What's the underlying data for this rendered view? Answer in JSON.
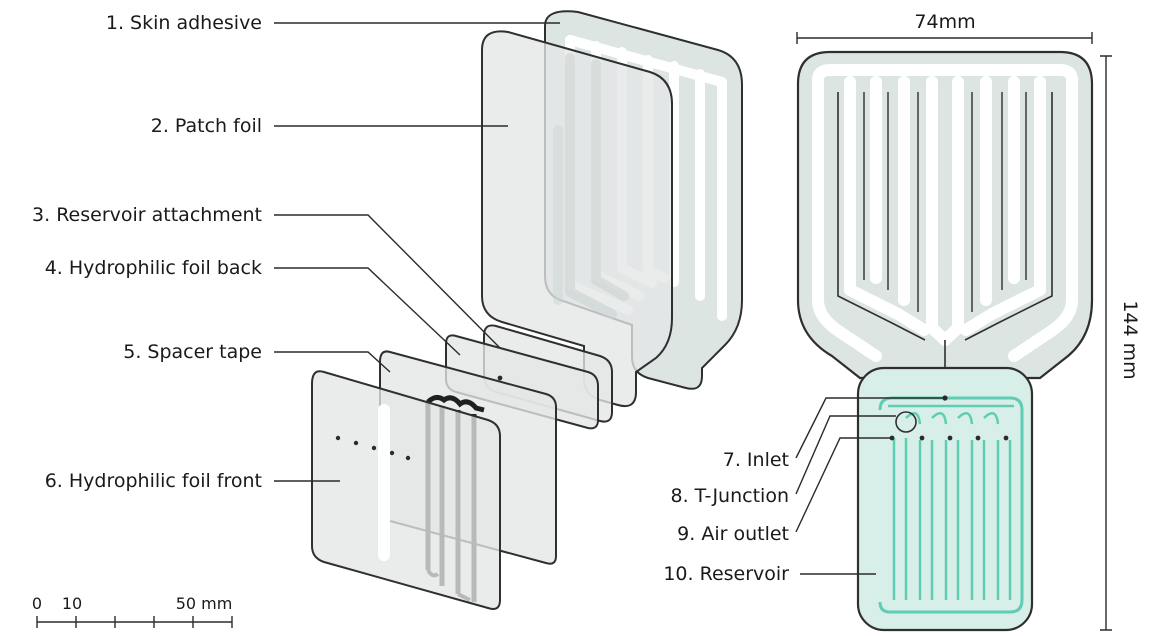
{
  "colors": {
    "foil_fill": "#e4e7e7",
    "adhesive_fill": "#dde5e3",
    "reservoir_fill": "#d8efe9",
    "reservoir_channel": "#5fcdb4",
    "outline": "#2f2f2f"
  },
  "labels": {
    "l1": "1. Skin adhesive",
    "l2": "2. Patch foil",
    "l3": "3. Reservoir attachment",
    "l4": "4. Hydrophilic foil back",
    "l5": "5. Spacer tape",
    "l6": "6. Hydrophilic foil front",
    "l7": "7. Inlet",
    "l8": "8. T-Junction",
    "l9": "9. Air outlet",
    "l10": "10. Reservoir"
  },
  "dimensions": {
    "width_label": "74mm",
    "height_label": "144 mm"
  },
  "scale_bar": {
    "tick0": "0",
    "tick10": "10",
    "tick50": "50 mm"
  }
}
